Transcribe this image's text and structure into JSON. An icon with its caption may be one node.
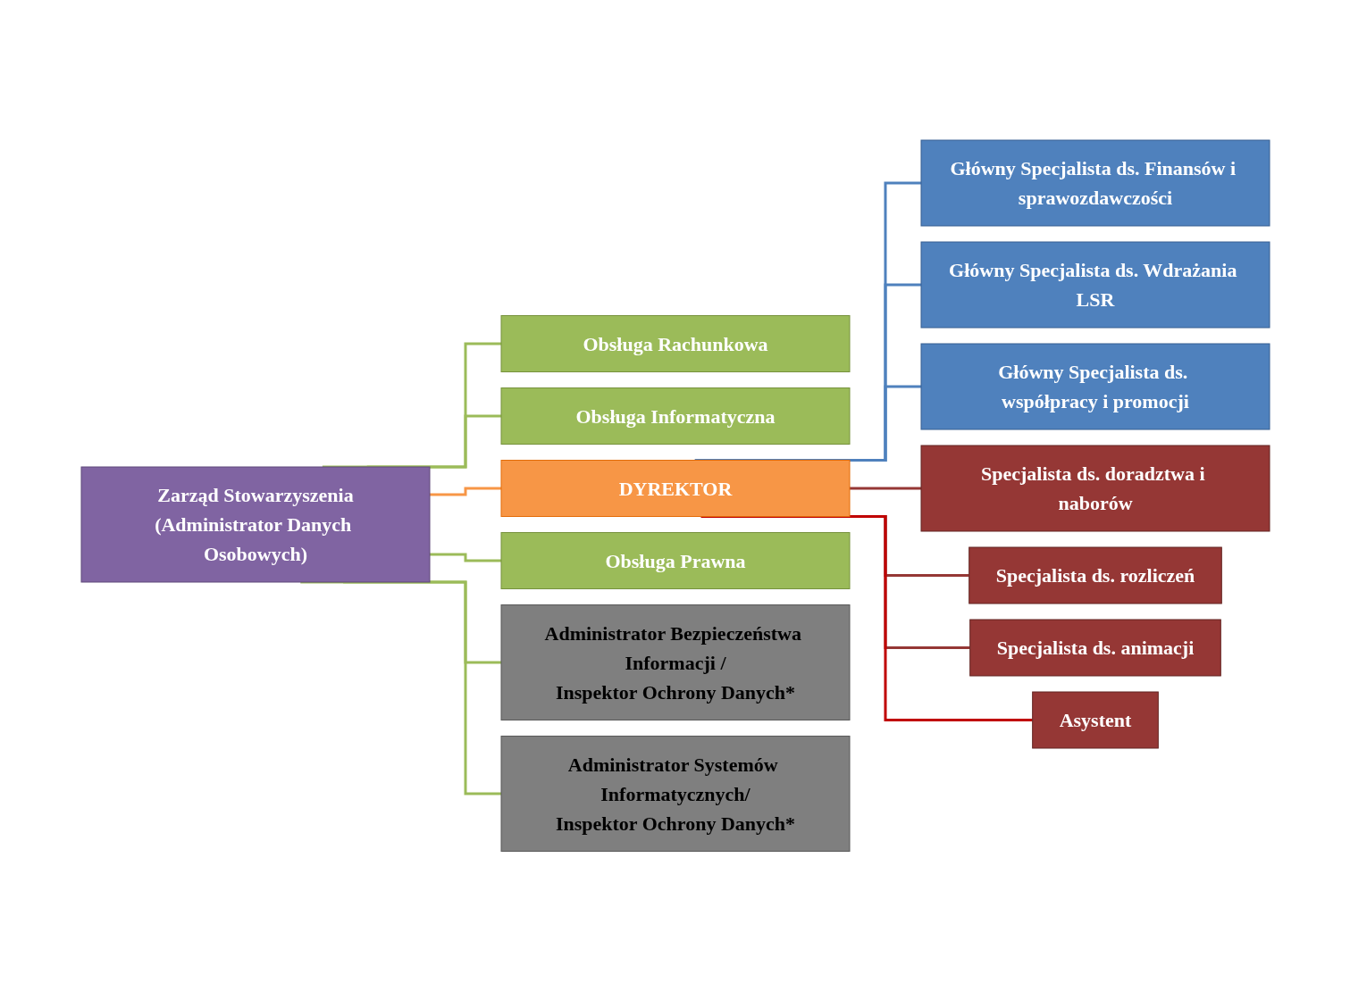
{
  "diagram": {
    "nodes": [
      {
        "text": [
          "Zarząd Stowarzyszenia",
          "(Administrator Danych Osobowych)"
        ]
      },
      {
        "text": [
          "Obsługa Rachunkowa"
        ]
      },
      {
        "text": [
          "Obsługa Informatyczna"
        ]
      },
      {
        "text": [
          "DYREKTOR"
        ]
      },
      {
        "text": [
          "Obsługa Prawna"
        ]
      },
      {
        "text": [
          "Administrator Bezpieczeństwa Informacji /",
          "Inspektor Ochrony Danych*"
        ]
      },
      {
        "text": [
          "Administrator Systemów Informatycznych/",
          "Inspektor Ochrony Danych*"
        ]
      },
      {
        "text": [
          "Główny Specjalista ds. Finansów i sprawozdawczości"
        ]
      },
      {
        "text": [
          "Główny Specjalista ds. Wdrażania LSR"
        ]
      },
      {
        "text": [
          "Główny Specjalista ds. współpracy i promocji"
        ]
      },
      {
        "text": [
          "Specjalista ds. doradztwa i naborów"
        ]
      },
      {
        "text": [
          "Specjalista ds. rozliczeń"
        ]
      },
      {
        "text": [
          "Specjalista ds. animacji"
        ]
      },
      {
        "text": [
          "Asystent"
        ]
      }
    ],
    "edges": [
      {
        "from": 0,
        "to": 1,
        "arrow": "none"
      },
      {
        "from": 0,
        "to": 2,
        "arrow": "none"
      },
      {
        "from": 0,
        "to": 3,
        "arrow": "none",
        "color": "#f79646"
      },
      {
        "from": 0,
        "to": 4,
        "arrow": "none"
      },
      {
        "from": 0,
        "to": 5,
        "arrow": "none"
      },
      {
        "from": 0,
        "to": 6,
        "arrow": "none"
      },
      {
        "from": 3,
        "to": 7,
        "arrow": "none",
        "color": "#4f81bd"
      },
      {
        "from": 3,
        "to": 8,
        "arrow": "none",
        "color": "#4f81bd"
      },
      {
        "from": 3,
        "to": 9,
        "arrow": "none",
        "color": "#4f81bd"
      },
      {
        "from": 3,
        "to": 10,
        "arrow": "none",
        "color": "#953735"
      },
      {
        "from": 3,
        "to": 11,
        "arrow": "none",
        "color": "#953735"
      },
      {
        "from": 3,
        "to": 12,
        "arrow": "none",
        "color": "#953735"
      },
      {
        "from": 3,
        "to": 13,
        "arrow": "none",
        "color": "#c00000"
      }
    ]
  }
}
